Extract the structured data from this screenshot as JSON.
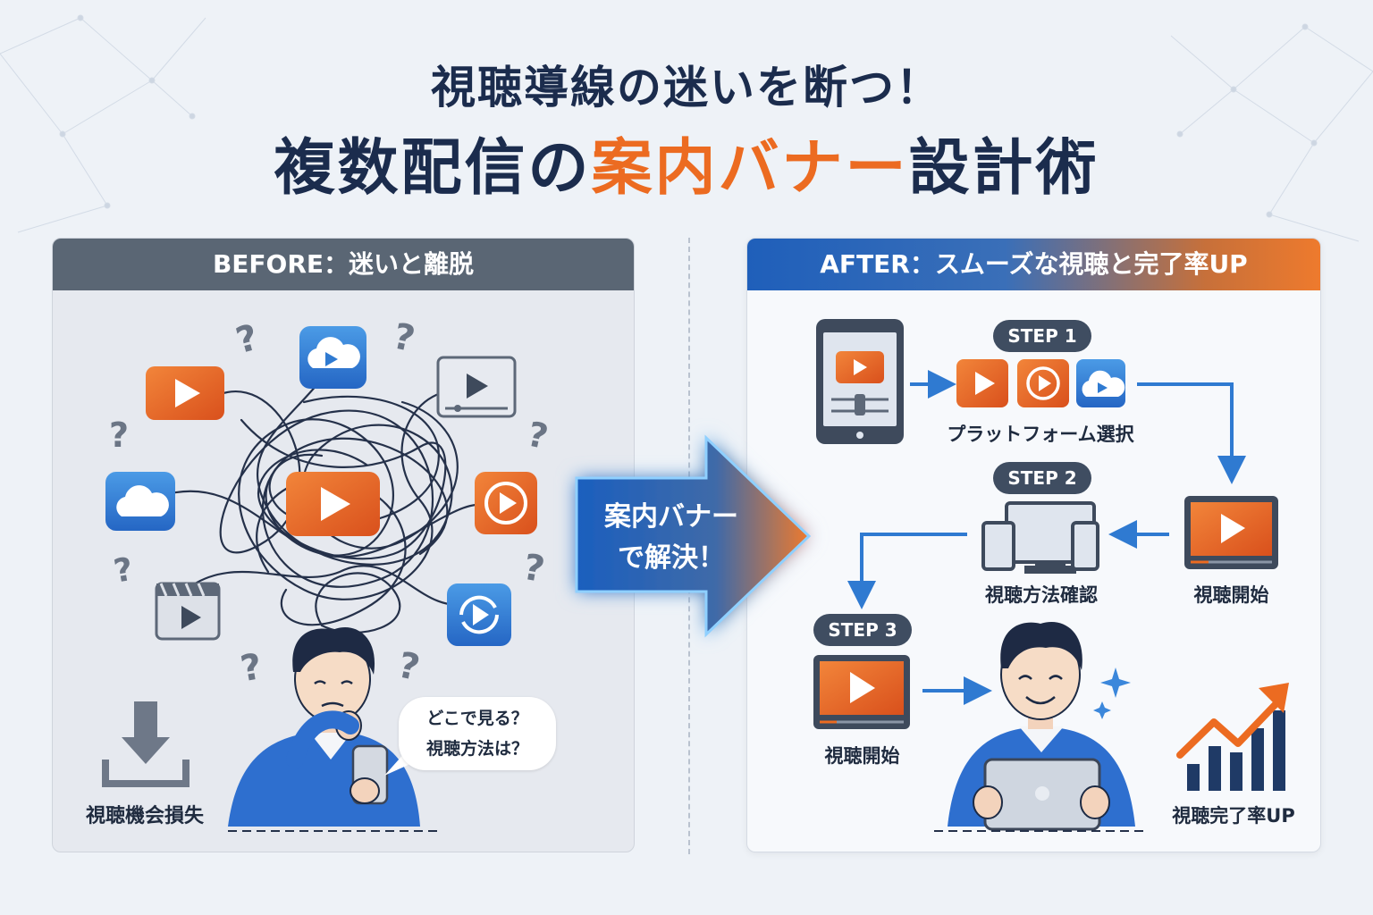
{
  "title": {
    "line1": "視聴導線の迷いを断つ！",
    "line2_prefix": "複数配信の",
    "line2_highlight": "案内バナー",
    "line2_suffix": "設計術"
  },
  "before": {
    "header": "BEFORE：迷いと離脱",
    "speech_line1": "どこで見る？",
    "speech_line2": "視聴方法は？",
    "loss_label": "視聴機会損失"
  },
  "arrow": {
    "line1": "案内バナー",
    "line2": "で解決！"
  },
  "after": {
    "header": "AFTER：スムーズな視聴と完了率UP",
    "step1": "STEP 1",
    "step1_label": "プラットフォーム選択",
    "step2": "STEP 2",
    "step2_label": "視聴方法確認",
    "start_label_right": "視聴開始",
    "step3": "STEP 3",
    "start_label_left": "視聴開始",
    "completion_label": "視聴完了率UP"
  },
  "colors": {
    "accent_orange": "#ec6b21",
    "accent_blue": "#2f7ad1",
    "navy": "#1b2c4d",
    "gray_header": "#5a6674"
  },
  "icons": [
    "play-button-icon",
    "cloud-play-icon",
    "video-player-icon",
    "circle-play-icon",
    "clapperboard-icon",
    "refresh-play-icon",
    "question-mark-icon",
    "download-icon",
    "tablet-icon",
    "devices-icon",
    "growth-chart-icon",
    "sparkle-icon"
  ]
}
